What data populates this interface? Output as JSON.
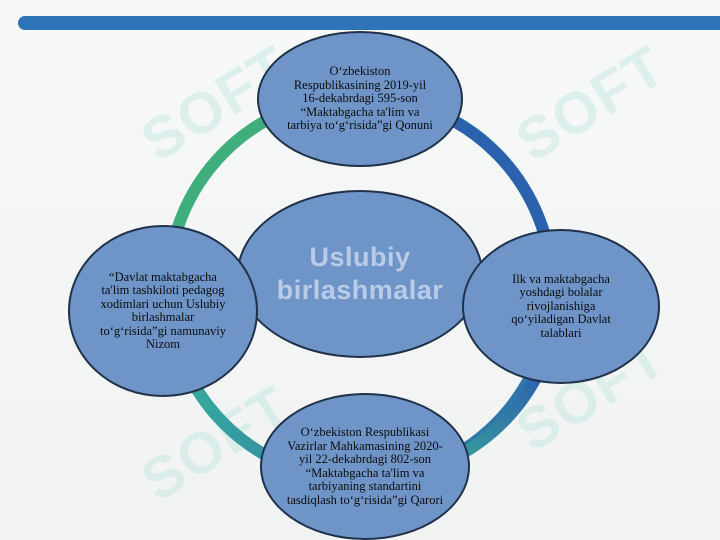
{
  "diagram": {
    "center_label": "Uslubiy birlashmalar",
    "nodes": {
      "top": "O‘zbekiston Respublikasining 2019-yil 16-dekabrdagi 595-son “Maktabgacha ta'lim va tarbiya to‘g‘risida”gi Qonuni",
      "right": "Ilk va maktabgacha yoshdagi bolalar rivojlanishiga qo‘yiladigan Davlat talablari",
      "bottom": "O‘zbekiston Respublikasi Vazirlar Mahkamasining 2020-yil 22-dekabrdagi 802-son “Maktabgacha ta'lim va tarbiyaning standartini tasdiqlash to‘g‘risida”gi Qarori",
      "left": "“Davlat maktabgacha ta'lim tashkiloti pedagog xodimlari uchun Uslubiy birlashmalar to‘g‘risida”gi namunaviy Nizom"
    },
    "colors": {
      "node_fill": "#6f95c8",
      "node_border": "#20324a",
      "ring_green": "#3fae6a",
      "ring_teal": "#37a59a",
      "ring_blue": "#2f6db4",
      "top_bar": "#2f74b8"
    }
  },
  "watermark": {
    "text": "SOFT"
  }
}
